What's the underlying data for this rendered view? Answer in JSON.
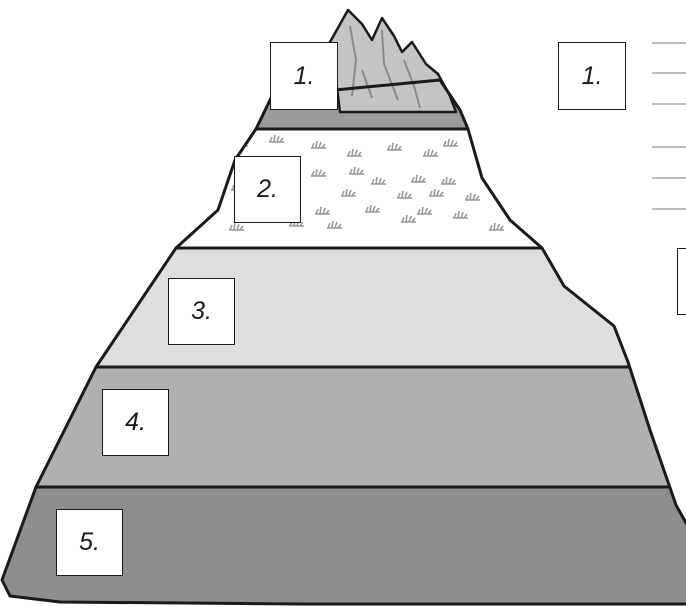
{
  "zones": [
    {
      "label": "1.",
      "fill": "#9b9b9b",
      "pattern": "rock"
    },
    {
      "label": "2.",
      "fill": "#ffffff",
      "pattern": "grass"
    },
    {
      "label": "3.",
      "fill": "#dedede",
      "pattern": "none"
    },
    {
      "label": "4.",
      "fill": "#b0b0b0",
      "pattern": "none"
    },
    {
      "label": "5.",
      "fill": "#8e8e8e",
      "pattern": "none"
    }
  ],
  "side_panel": {
    "label": "1.",
    "answer_lines": 6,
    "partial_box_label": ""
  },
  "colors": {
    "outline": "#1a1a1a",
    "rock_light": "#c4c4c4",
    "grass_tuft": "#9a9a9a",
    "answer_line": "#bdbdbd"
  }
}
